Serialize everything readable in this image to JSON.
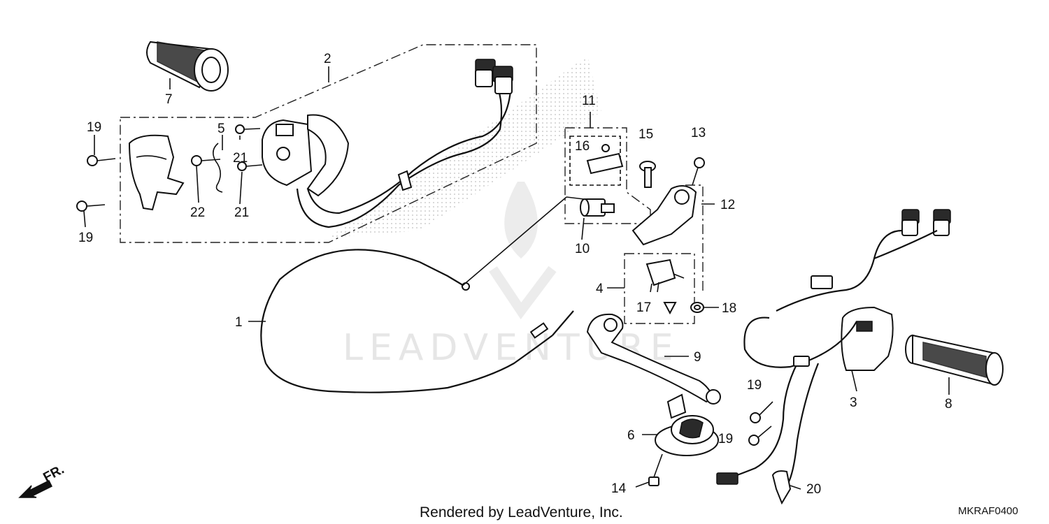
{
  "callouts": {
    "c1": "1",
    "c2": "2",
    "c3": "3",
    "c4": "4",
    "c5": "5",
    "c6": "6",
    "c7": "7",
    "c8": "8",
    "c9": "9",
    "c10": "10",
    "c11": "11",
    "c12": "12",
    "c13": "13",
    "c14": "14",
    "c15": "15",
    "c16": "16",
    "c17": "17",
    "c18": "18",
    "c19a": "19",
    "c19b": "19",
    "c19c": "19",
    "c19d": "19",
    "c20": "20",
    "c21a": "21",
    "c21b": "21",
    "c22": "22"
  },
  "footer": {
    "credit": "Rendered by LeadVenture, Inc.",
    "code": "MKRAF0400"
  },
  "direction": {
    "label": "FR."
  },
  "watermark": {
    "text": "LEADVENTURE"
  },
  "colors": {
    "ink": "#111111",
    "watermark": "#e6e6e6",
    "background": "#ffffff"
  }
}
